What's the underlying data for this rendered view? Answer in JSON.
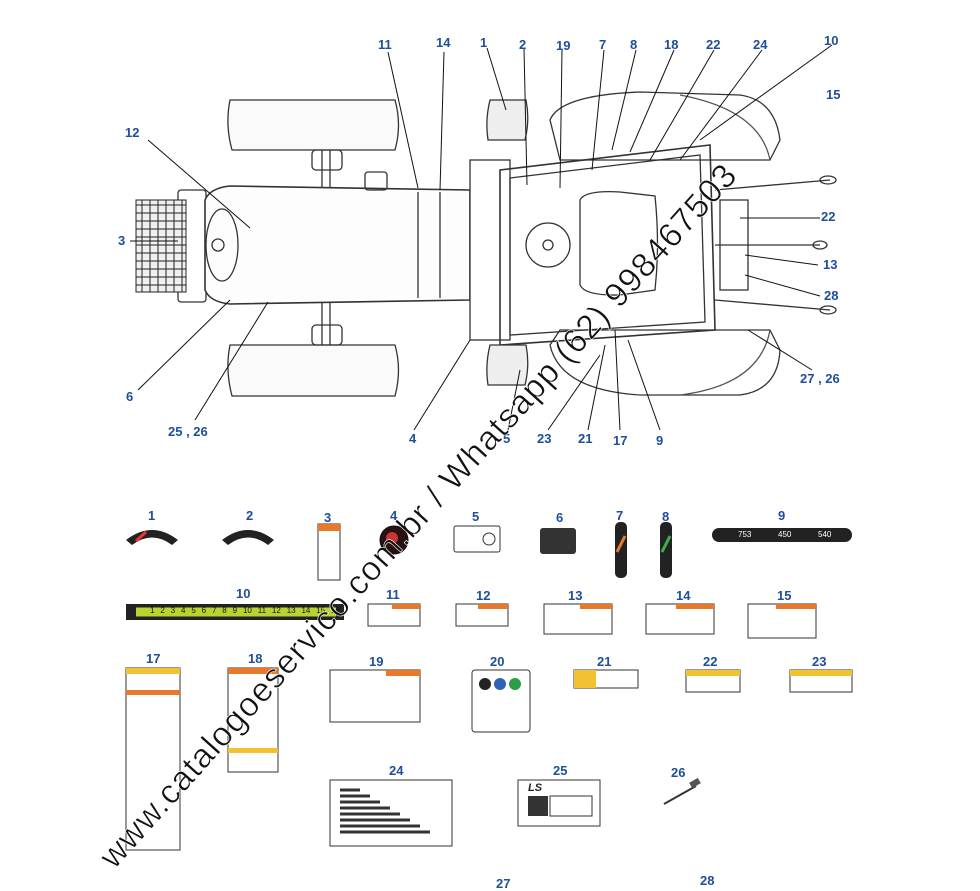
{
  "diagram": {
    "callouts_top": [
      "11",
      "14",
      "1",
      "2",
      "19",
      "7",
      "8",
      "18",
      "22",
      "24",
      "10",
      "15",
      "12",
      "3",
      "22",
      "13",
      "28",
      "6",
      "25 , 26",
      "4",
      "5",
      "23",
      "21",
      "17",
      "9",
      "27 , 26"
    ],
    "decals": {
      "n1": "1",
      "n2": "2",
      "n3": "3",
      "n4": "4",
      "n5": "5",
      "n6": "6",
      "n7": "7",
      "n8": "8",
      "n9": "9",
      "n10": "10",
      "n11": "11",
      "n12": "12",
      "n13": "13",
      "n14": "14",
      "n15": "15",
      "n17": "17",
      "n18": "18",
      "n19": "19",
      "n20": "20",
      "n21": "21",
      "n22": "22",
      "n23": "23",
      "n24": "24",
      "n25": "25",
      "n26": "26",
      "n27": "27",
      "n28": "28"
    },
    "pto_labels": [
      "753",
      "450",
      "540"
    ],
    "gear_scale": [
      "1",
      "2",
      "3",
      "4",
      "5",
      "6",
      "7",
      "8",
      "9",
      "10",
      "11",
      "12",
      "13",
      "14",
      "15",
      "16"
    ],
    "brand": "LS"
  },
  "watermark": "www.catalogoeservico.com.br / Whatsapp (62) 998467503",
  "colors": {
    "callout": "#1f4e9a",
    "warning": "#e8792b",
    "caution": "#f2c232",
    "line": "#222222"
  }
}
